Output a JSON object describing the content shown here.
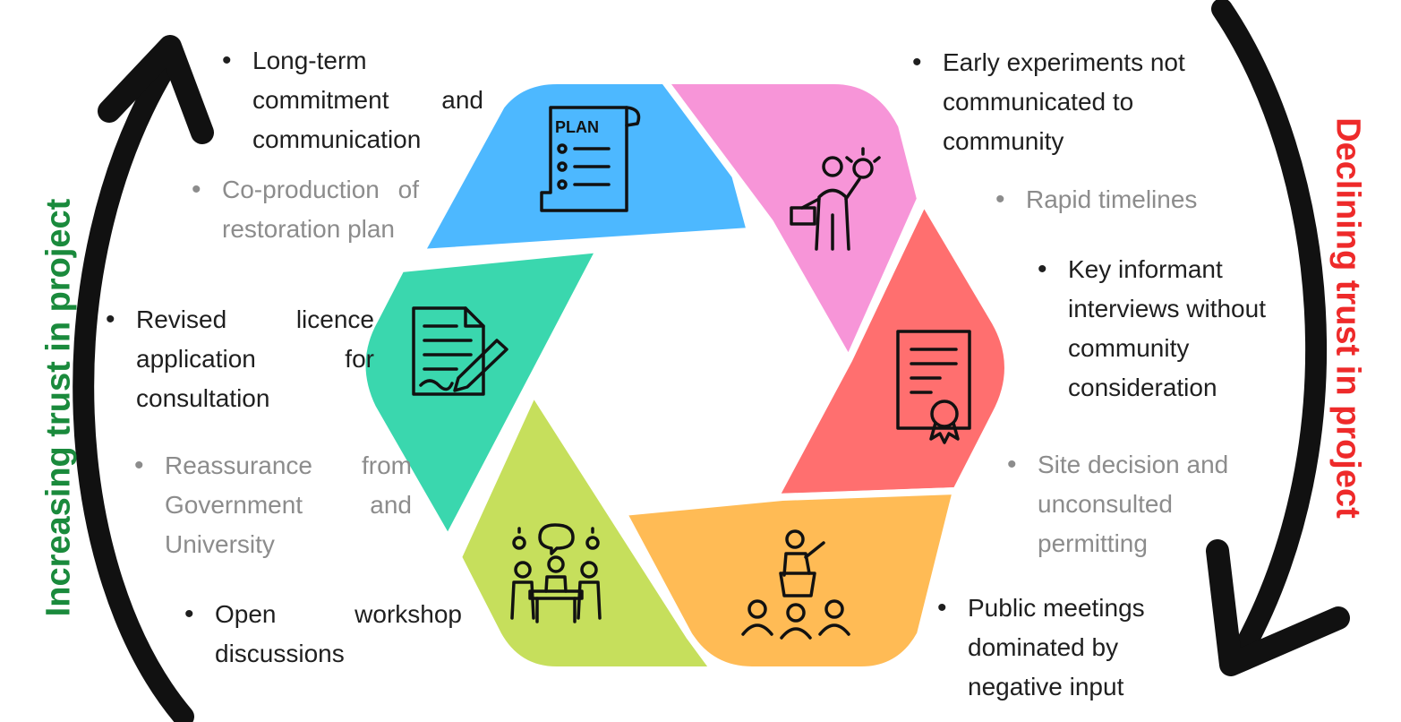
{
  "labels": {
    "increasing": {
      "text": "Increasing trust in project",
      "color": "#1a8a3c"
    },
    "declining": {
      "text": "Declining trust in project",
      "color": "#ee2a2a"
    }
  },
  "left_items": [
    {
      "text": "Long-term commitment and communication",
      "emphasis": "strong",
      "color": "#1f1f1f"
    },
    {
      "text": "Co-production of restoration plan",
      "emphasis": "faded",
      "color": "#8c8c8c"
    },
    {
      "text": "Revised licence application for consultation",
      "emphasis": "strong",
      "color": "#1f1f1f"
    },
    {
      "text": "Reassurance from Government and University",
      "emphasis": "faded",
      "color": "#8c8c8c"
    },
    {
      "text": "Open workshop discussions",
      "emphasis": "strong",
      "color": "#1f1f1f"
    }
  ],
  "right_items": [
    {
      "text": "Early experiments not communicated to community",
      "emphasis": "strong",
      "color": "#1f1f1f"
    },
    {
      "text": "Rapid timelines",
      "emphasis": "faded",
      "color": "#8c8c8c"
    },
    {
      "text": "Key informant interviews without community consideration",
      "emphasis": "strong",
      "color": "#1f1f1f"
    },
    {
      "text": "Site decision and unconsulted permitting",
      "emphasis": "faded",
      "color": "#8c8c8c"
    },
    {
      "text": "Public meetings dominated by negative input",
      "emphasis": "strong",
      "color": "#1f1f1f"
    }
  ],
  "cycle_segments": [
    {
      "icon": "plan-scroll-icon",
      "icon_text": "PLAN",
      "color": "#4db8ff"
    },
    {
      "icon": "presenter-idea-icon",
      "color": "#f795d8"
    },
    {
      "icon": "certificate-icon",
      "color": "#ff6f6f"
    },
    {
      "icon": "public-meeting-icon",
      "color": "#ffbb55"
    },
    {
      "icon": "workshop-discussion-icon",
      "color": "#c6df5c"
    },
    {
      "icon": "document-signing-icon",
      "color": "#3ad7ae"
    }
  ],
  "bullet": "•"
}
